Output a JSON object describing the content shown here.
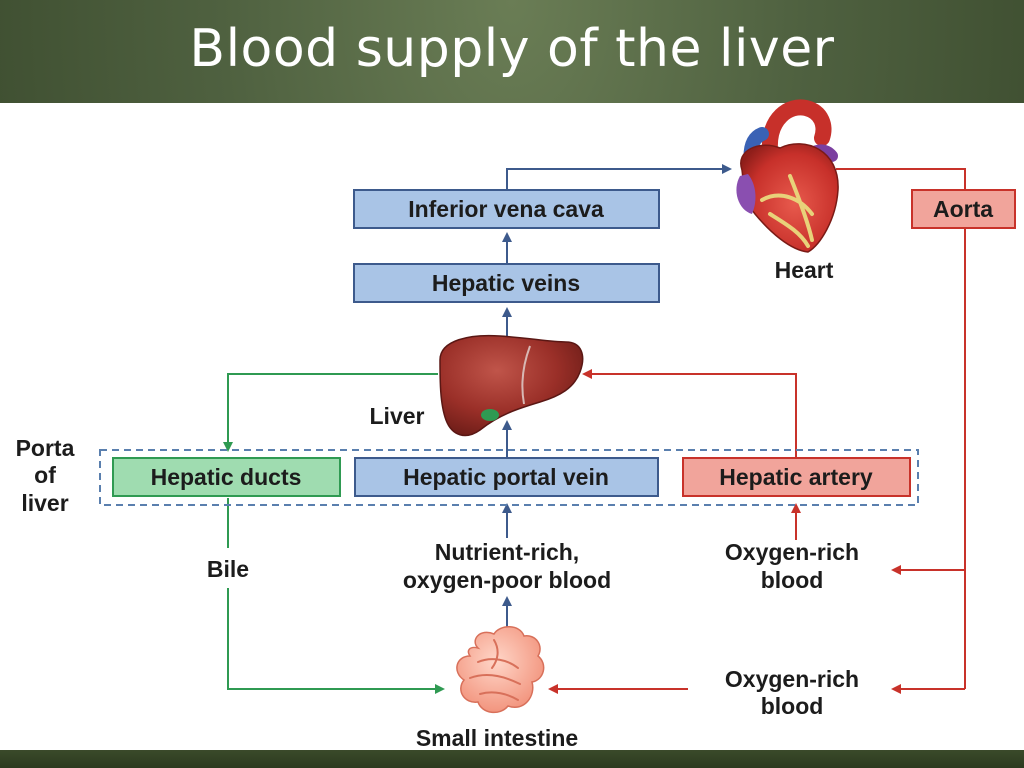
{
  "slide": {
    "title": "Blood supply of the liver"
  },
  "diagram": {
    "boxes": {
      "inferior_vena_cava": "Inferior vena cava",
      "hepatic_veins": "Hepatic veins",
      "aorta": "Aorta",
      "hepatic_ducts": "Hepatic ducts",
      "hepatic_portal_vein": "Hepatic portal vein",
      "hepatic_artery": "Hepatic artery"
    },
    "labels": {
      "heart": "Heart",
      "liver": "Liver",
      "porta_line1": "Porta",
      "porta_line2": "of",
      "porta_line3": "liver",
      "bile": "Bile",
      "nutrient_line1": "Nutrient-rich,",
      "nutrient_line2": "oxygen-poor blood",
      "oxygen_upper_line1": "Oxygen-rich",
      "oxygen_upper_line2": "blood",
      "oxygen_lower_line1": "Oxygen-rich",
      "oxygen_lower_line2": "blood",
      "small_intestine": "Small intestine"
    },
    "colors": {
      "blue_box_fill": "#a9c4e6",
      "blue_stroke": "#3d5a8c",
      "red_box_fill": "#f1a49b",
      "red_stroke": "#c8322a",
      "green_box_fill": "#9fdcb0",
      "green_stroke": "#2f9a52",
      "blue_arrow": "#3d5a8c",
      "red_arrow": "#c8322a",
      "green_arrow": "#2f9a52",
      "porta_dash": "#5a7fae"
    }
  }
}
